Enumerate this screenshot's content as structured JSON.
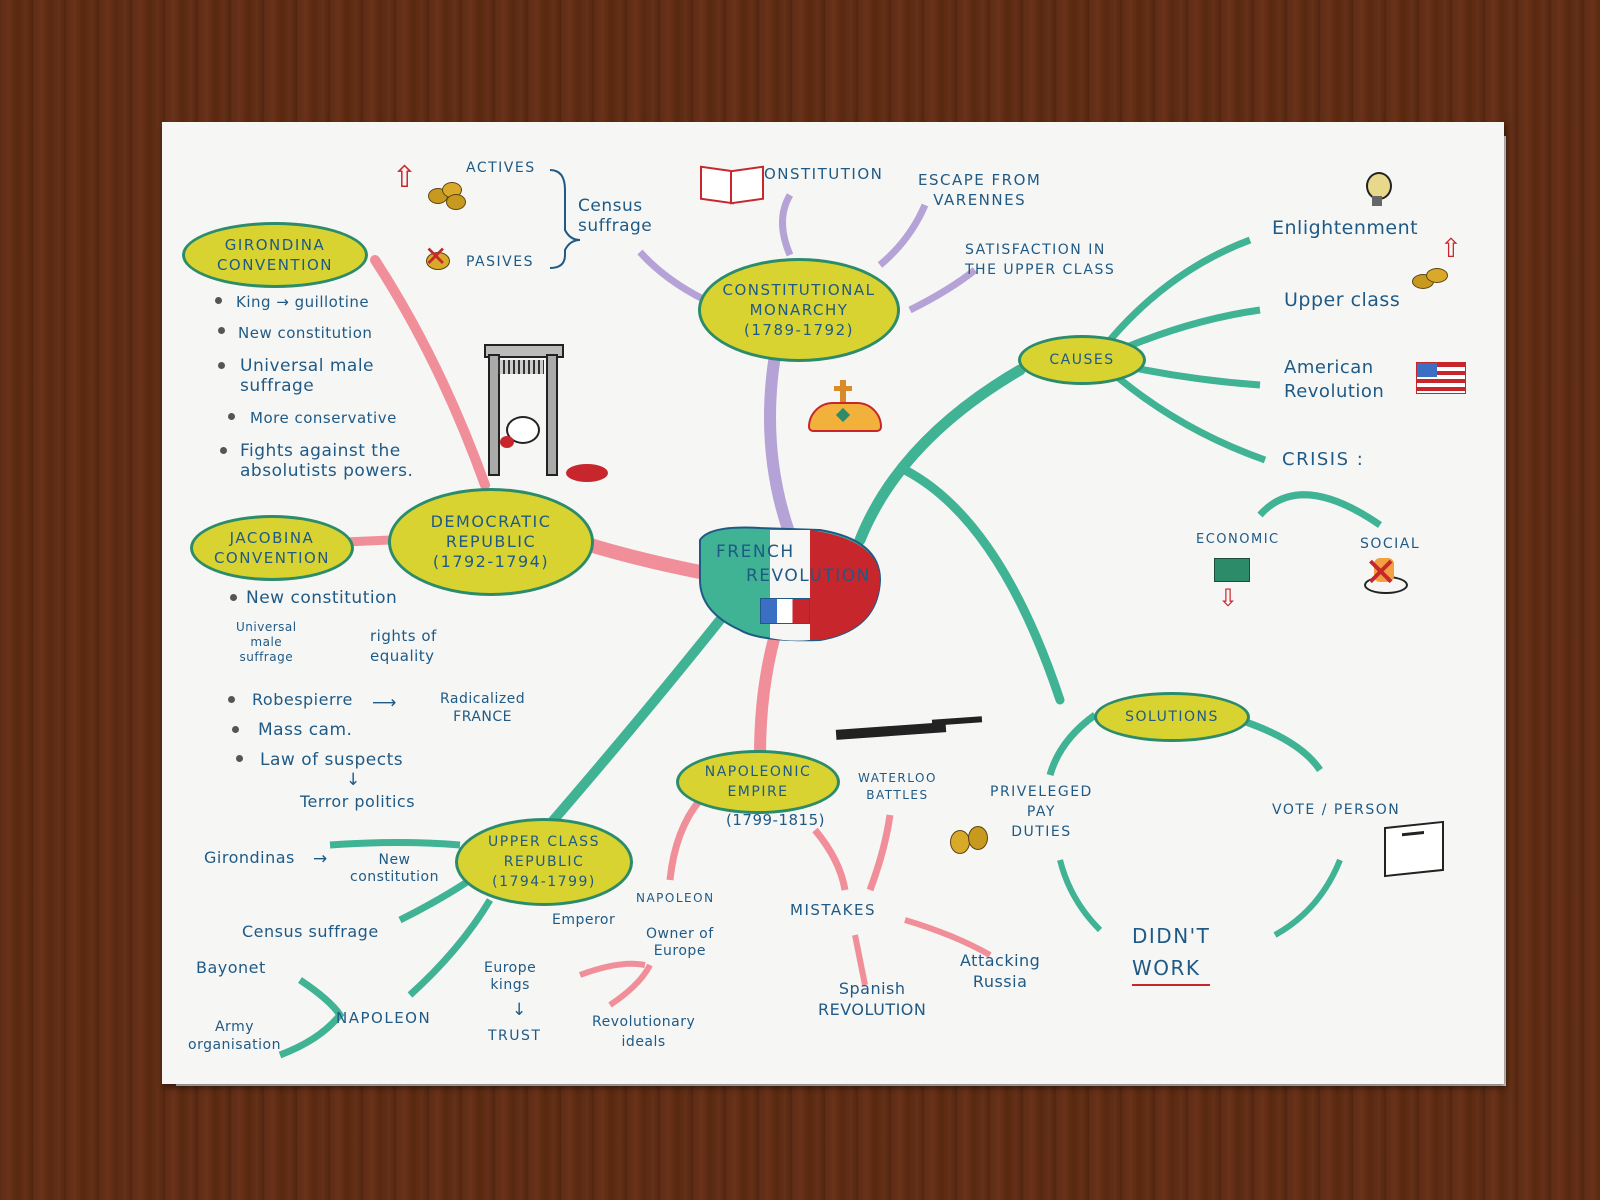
{
  "colors": {
    "node_fill": "#d9d332",
    "ink": "#1f5a86",
    "teal_branch": "#3fb394",
    "pink_branch": "#f08f9a",
    "purple_branch": "#b5a2d6",
    "red": "#c6262c"
  },
  "center": {
    "line1": "FRENCH",
    "line2": "REVOLUTION"
  },
  "nodes": {
    "constitutional": "CONSTITUTIONAL\nMONARCHY\n(1789-1792)",
    "girondina": "GIRONDINA\nCONVENTION",
    "democratic": "DEMOCRATIC\nREPUBLIC\n(1792-1794)",
    "jacobina": "JACOBINA\nCONVENTION",
    "upper": "UPPER CLASS\nREPUBLIC\n(1794-1799)",
    "napoleonic": "NAPOLEONIC\nEMPIRE",
    "causes": "CAUSES",
    "solutions": "SOLUTIONS"
  },
  "constitutional_branches": {
    "constitution": "CONSTITUTION",
    "escape": "ESCAPE FROM\nVARENNES",
    "satisfaction": "SATISFACTION IN\nTHE UPPER CLASS",
    "census": "Census\nsuffrage",
    "actives": "ACTIVES",
    "pasives": "PASIVES"
  },
  "girondina_list": [
    "King → guillotine",
    "New constitution",
    "Universal male\nsuffrage",
    "More conservative",
    "Fights against the\nabsolutists powers."
  ],
  "jacobina": {
    "new_constitution": "New constitution",
    "universal": "Universal\nmale\nsuffrage",
    "rights": "rights of\nequality",
    "robespierre": "Robespierre",
    "radicalized": "Radicalized\nFRANCE",
    "mass": "Mass cam.",
    "law": "Law of suspects",
    "terror": "Terror politics"
  },
  "upper_class": {
    "girondinas": "Girondinas",
    "new_constitution": "New\nconstitution",
    "census": "Census suffrage",
    "bayonet": "Bayonet",
    "army": "Army\norganisation",
    "napoleon": "NAPOLEON"
  },
  "napoleonic": {
    "years": "(1799-1815)",
    "napoleon": "NAPOLEON",
    "emperor": "Emperor",
    "owner": "Owner of\nEurope",
    "kings": "Europe\nkings",
    "trust": "TRUST",
    "ideals": "Revolutionary\nideals",
    "waterloo": "WATERLOO\nBATTLES",
    "mistakes": "MISTAKES",
    "spanish": "Spanish\nREVOLUTION",
    "russia": "Attacking\nRussia"
  },
  "causes": {
    "enlightenment": "Enlightenment",
    "upper": "Upper class",
    "american": "American\nRevolution",
    "crisis": "CRISIS :",
    "economic": "ECONOMIC",
    "social": "SOCIAL"
  },
  "solutions": {
    "privileged": "PRIVELEGED\nPAY\nDUTIES",
    "vote": "VOTE / PERSON",
    "didnt": "DIDN'T\nWORK"
  },
  "icons": [
    "book-icon",
    "bulb-icon",
    "crown-icon",
    "guillotine-icon",
    "coins-icon",
    "flag-icon",
    "ballot-box-icon",
    "rifle-icon",
    "money-icon",
    "arrow-up-icon",
    "arrow-down-icon"
  ]
}
